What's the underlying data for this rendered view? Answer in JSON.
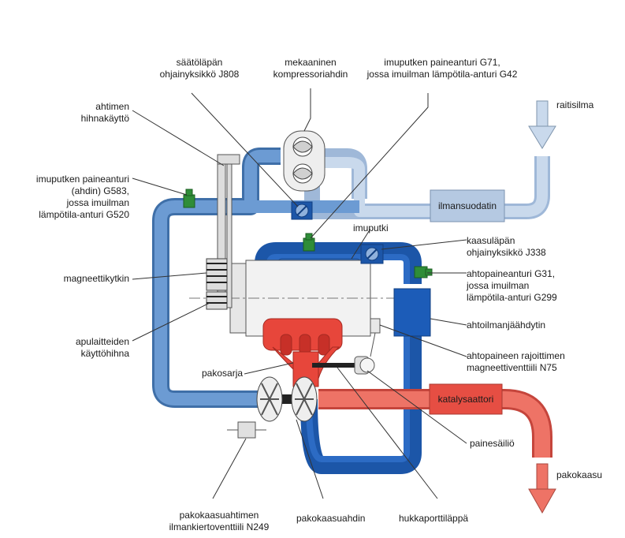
{
  "colors": {
    "intake_blue": "#5e92cf",
    "intake_dark": "#1f5fb4",
    "fresh_air": "#bcd0e6",
    "exhaust_red": "#e8483d",
    "exhaust_pale": "#ee6e62",
    "sensor_green": "#2e8f3a",
    "engine_grey": "#e8e8e8"
  },
  "labels": {
    "throttle_unit": [
      "säätöläpän",
      "ohjainyksikkö J808"
    ],
    "mech_compressor": [
      "mekaaninen",
      "kompressoriahdin"
    ],
    "intake_sensor_g71": [
      "imuputken paineanturi G71,",
      "jossa imuilman lämpötila-anturi G42"
    ],
    "fresh_air": "raitisilma",
    "belt_drive": [
      "ahtimen",
      "hihnakäyttö"
    ],
    "intake_sensor_g583": [
      "imuputken paineanturi",
      "(ahdin) G583,",
      "jossa imuilman",
      "lämpötila-anturi G520"
    ],
    "air_filter": "ilmansuodatin",
    "intake_pipe": "imuputki",
    "throttle_j338": [
      "kaasuläpän",
      "ohjainyksikkö J338"
    ],
    "magnetic_clutch": "magneettikytkin",
    "boost_sensor_g31": [
      "ahtopaineanturi G31,",
      "jossa imuilman",
      "lämpötila-anturi G299"
    ],
    "intercooler": "ahtoilmanjäähdytin",
    "aux_belt": [
      "apulaitteiden",
      "käyttöhihna"
    ],
    "boost_limit_valve": [
      "ahtopaineen rajoittimen",
      "magneettiventtiili N75"
    ],
    "exhaust_manifold": "pakosarja",
    "catalyst": "katalysaattori",
    "pressure_tank": "painesäiliö",
    "exhaust_gas": "pakokaasu",
    "recirc_valve": [
      "pakokaasuahtimen",
      "ilmankiertoventtiili N249"
    ],
    "turbocharger": "pakokaasuahdin",
    "wastegate": "hukkaporttiläppä"
  }
}
